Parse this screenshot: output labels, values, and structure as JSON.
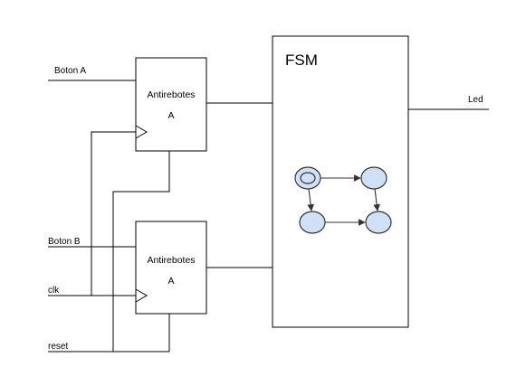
{
  "inputs": {
    "boton_a": "Boton A",
    "boton_b": "Boton B",
    "clk": "clk",
    "reset": "reset"
  },
  "blocks": {
    "debounce_a": {
      "title": "Antirebotes",
      "suffix": "A"
    },
    "debounce_b": {
      "title": "Antirebotes",
      "suffix": "A"
    },
    "fsm": {
      "title": "FSM"
    }
  },
  "outputs": {
    "led": "Led"
  },
  "colors": {
    "state_fill": "#cfe0f7",
    "line": "#000000"
  }
}
